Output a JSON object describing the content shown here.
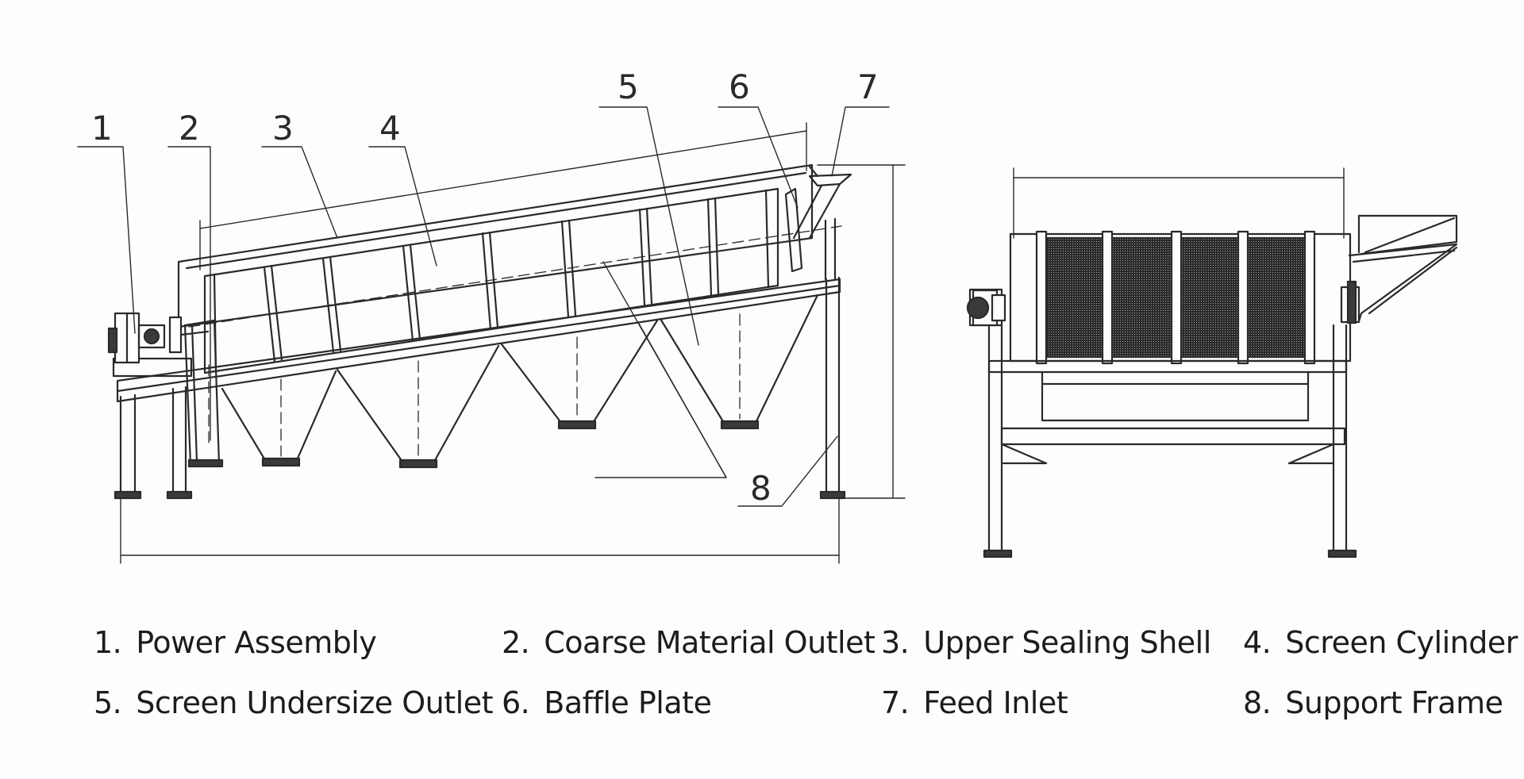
{
  "callouts": [
    "1",
    "2",
    "3",
    "4",
    "5",
    "6",
    "7",
    "8"
  ],
  "legend": [
    {
      "num": "1.",
      "label": "Power Assembly"
    },
    {
      "num": "2.",
      "label": "Coarse Material Outlet"
    },
    {
      "num": "3.",
      "label": "Upper Sealing Shell"
    },
    {
      "num": "4.",
      "label": "Screen Cylinder"
    },
    {
      "num": "5.",
      "label": "Screen Undersize Outlet"
    },
    {
      "num": "6.",
      "label": "Baffle Plate"
    },
    {
      "num": "7.",
      "label": "Feed Inlet"
    },
    {
      "num": "8.",
      "label": "Support Frame"
    }
  ],
  "colors": {
    "line": "#2a2a2a",
    "background": "#fdfdfd",
    "text": "#1c1c1c"
  }
}
